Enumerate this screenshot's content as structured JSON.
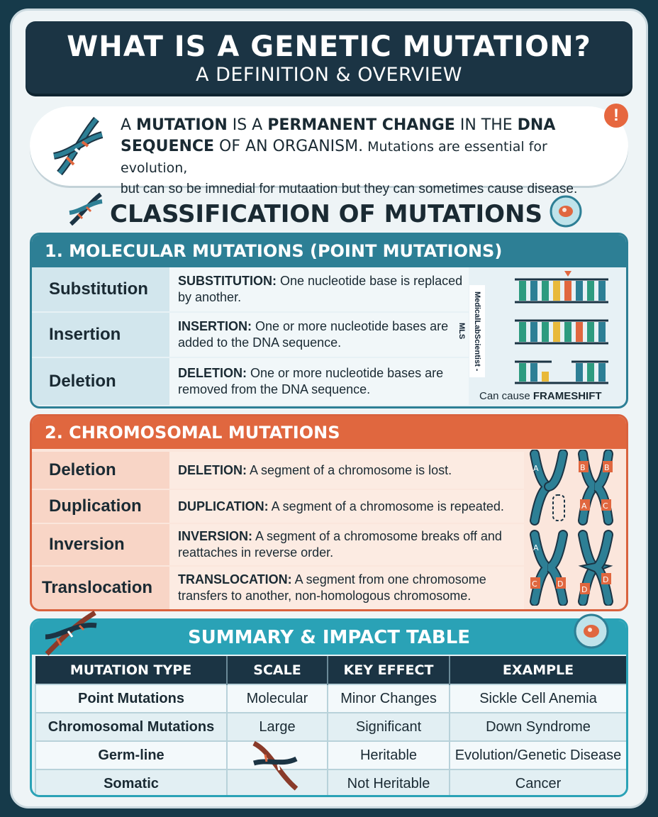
{
  "header": {
    "title": "WHAT IS A GENETIC MUTATION?",
    "subtitle": "A DEFINITION & OVERVIEW"
  },
  "definition": {
    "part1": "A ",
    "bold1": "MUTATION",
    "part2": " IS A ",
    "bold2": "PERMANENT CHANGE",
    "part3": " IN THE ",
    "bold3": "DNA SEQUENCE",
    "part4": " OF AN ORGANISM.",
    "small1": " Mutations are essential for evolution,",
    "small2": "but can so be imnedial for mutaation but they can sometimes cause disease.",
    "alert_icon": "!"
  },
  "classification_title": "CLASSIFICATION OF MUTATIONS",
  "molecular": {
    "title": "1. MOLECULAR MUTATIONS (POINT MUTATIONS)",
    "rows": [
      {
        "label": "Substitution",
        "term": "SUBSTITUTION:",
        "desc": " One nucleotide base is replaced by another."
      },
      {
        "label": "Insertion",
        "term": "INSERTION:",
        "desc": " One or more nucleotide bases are added to the DNA sequence."
      },
      {
        "label": "Deletion",
        "term": "DELETION:",
        "desc": " One or more nucleotide bases are removed from the DNA sequence."
      }
    ],
    "watermark": "MedicalLabScientist - MLS",
    "note_prefix": "Can cause ",
    "note_bold": "FRAMESHIFT"
  },
  "chromosomal": {
    "title": "2. CHROMOSOMAL MUTATIONS",
    "rows": [
      {
        "label": "Deletion",
        "term": "DELETION:",
        "desc": " A segment of a chromosome is lost."
      },
      {
        "label": "Duplication",
        "term": "DUPLICATION:",
        "desc": " A segment of a chromosome is repeated."
      },
      {
        "label": "Inversion",
        "term": "INVERSION:",
        "desc": " A segment of a chromosome breaks off and reattaches in reverse order."
      },
      {
        "label": "Translocation",
        "term": "TRANSLOCATION:",
        "desc": " A segment from one chromosome transfers to another, non-homologous chromosome."
      }
    ],
    "chromo_letters": {
      "a": "A",
      "b": "B",
      "c": "C",
      "d": "D"
    }
  },
  "summary": {
    "title": "SUMMARY & IMPACT TABLE",
    "headers": [
      "MUTATION TYPE",
      "SCALE",
      "KEY EFFECT",
      "EXAMPLE"
    ],
    "rows": [
      [
        "Point Mutations",
        "Molecular",
        "Minor Changes",
        "Sickle Cell Anemia"
      ],
      [
        "Chromosomal Mutations",
        "Large",
        "Significant",
        "Down Syndrome"
      ],
      [
        "Germ-line",
        "",
        "Heritable",
        "Evolution/Genetic Disease"
      ],
      [
        "Somatic",
        "",
        "Not Heritable",
        "Cancer"
      ]
    ]
  },
  "colors": {
    "navy": "#1b3444",
    "teal": "#2d7f95",
    "orange": "#e0673f",
    "cyan": "#2aa2b6"
  },
  "icons": [
    "dna-helix-icon",
    "alert-icon",
    "cell-icon"
  ]
}
